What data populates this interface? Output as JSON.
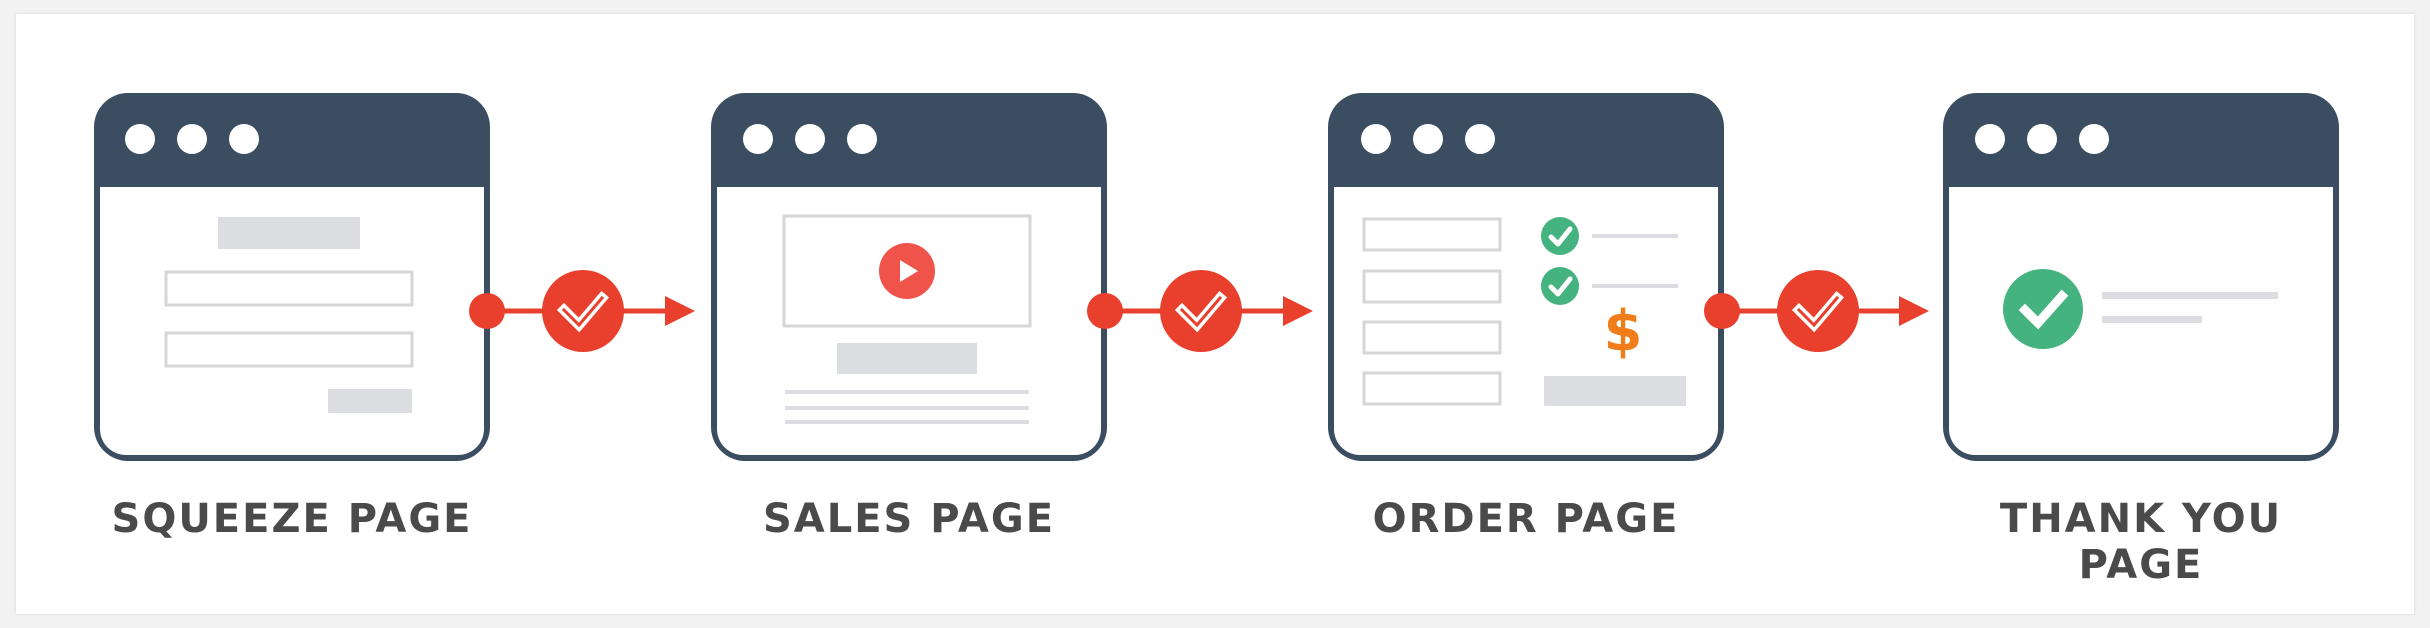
{
  "stages": [
    {
      "label": "SQUEEZE PAGE"
    },
    {
      "label": "SALES PAGE"
    },
    {
      "label": "ORDER PAGE"
    },
    {
      "label": "THANK YOU PAGE"
    }
  ],
  "order_price_symbol": "$",
  "icons": {
    "window_dots": "circle",
    "connector_check": "check-icon",
    "play": "play-icon",
    "done": "check-icon"
  },
  "colors": {
    "frame": "#3b4d60",
    "accent_red": "#e8402c",
    "green": "#45b37f",
    "orange": "#f07d1a",
    "placeholder": "#dcdde1",
    "outline": "#d6d6d6"
  }
}
